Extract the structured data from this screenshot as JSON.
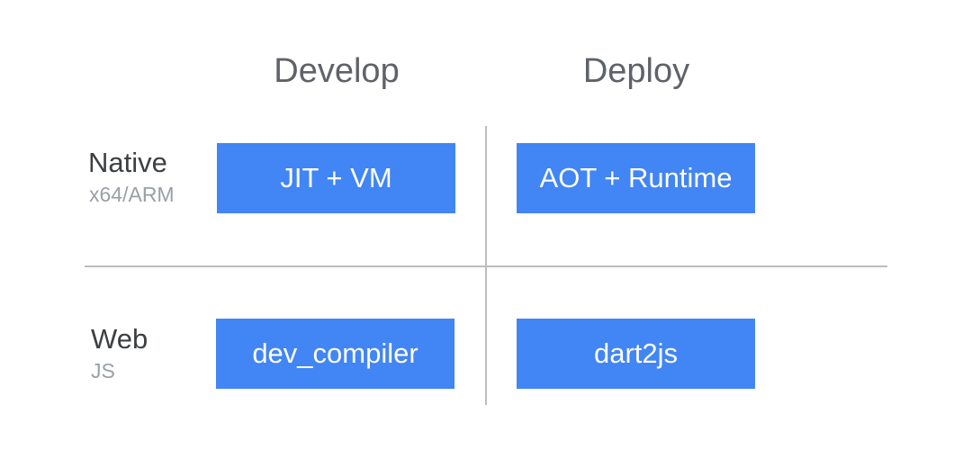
{
  "columns": {
    "develop": "Develop",
    "deploy": "Deploy"
  },
  "rows": {
    "native": {
      "title": "Native",
      "subtitle": "x64/ARM",
      "develop": "JIT + VM",
      "deploy": "AOT + Runtime"
    },
    "web": {
      "title": "Web",
      "subtitle": "JS",
      "develop": "dev_compiler",
      "deploy": "dart2js"
    }
  },
  "colors": {
    "box": "#4285f4",
    "box_text": "#ffffff",
    "header_text": "#5f6368",
    "row_title": "#3c4043",
    "row_subtitle": "#9aa0a6",
    "divider": "#bdbdbd"
  }
}
